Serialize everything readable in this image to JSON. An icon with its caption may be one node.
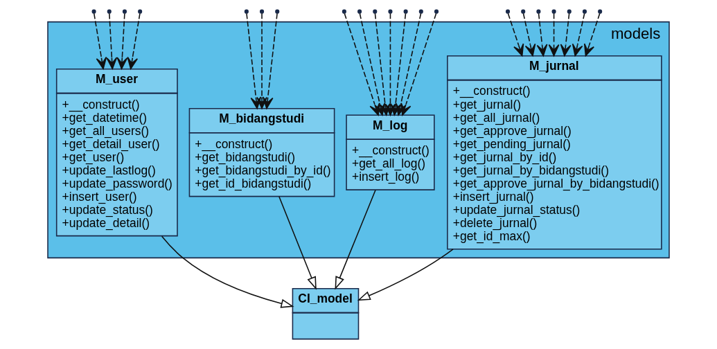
{
  "diagram": {
    "nodes": [
      {
        "text": [
          "models"
        ]
      },
      {
        "text": [
          "M_user",
          "+__construct()",
          "+get_datetime()",
          "+get_all_users()",
          "+get_detail_user()",
          "+get_user()",
          "+update_lastlog()",
          "+update_password()",
          "+insert_user()",
          "+update_status()",
          "+update_detail()"
        ],
        "in": 0
      },
      {
        "text": [
          "M_bidangstudi",
          "+__construct()",
          "+get_bidangstudi()",
          "+get_bidangstudi_by_id()",
          "+get_id_bidangstudi()"
        ],
        "in": 0
      },
      {
        "text": [
          "M_log",
          "+__construct()",
          "+get_all_log()",
          "+insert_log()"
        ],
        "in": 0
      },
      {
        "text": [
          "M_jurnal",
          "+__construct()",
          "+get_jurnal()",
          "+get_all_jurnal()",
          "+get_approve_jurnal()",
          "+get_pending_jurnal()",
          "+get_jurnal_by_id()",
          "+get_jurnal_by_bidangstudi()",
          "+get_approve_jurnal_by_bidangstudi()",
          "+insert_jurnal()",
          "+update_jurnal_status()",
          "+delete_jurnal()",
          "+get_id_max()"
        ],
        "in": 0
      },
      {
        "text": [
          "CI_model"
        ]
      }
    ],
    "edges": [
      {
        "from": 1,
        "to": 5,
        "arrow": "to"
      },
      {
        "from": 2,
        "to": 5,
        "arrow": "to"
      },
      {
        "from": 3,
        "to": 5,
        "arrow": "to"
      },
      {
        "from": 4,
        "to": 5,
        "arrow": "to"
      },
      {
        "from": null,
        "to": 1,
        "arrow": "to",
        "style": "dashed"
      },
      {
        "from": null,
        "to": 1,
        "arrow": "to",
        "style": "dashed"
      },
      {
        "from": null,
        "to": 1,
        "arrow": "to",
        "style": "dashed"
      },
      {
        "from": null,
        "to": 1,
        "arrow": "to",
        "style": "dashed"
      },
      {
        "from": null,
        "to": 2,
        "arrow": "to",
        "style": "dashed"
      },
      {
        "from": null,
        "to": 2,
        "arrow": "to",
        "style": "dashed"
      },
      {
        "from": null,
        "to": 2,
        "arrow": "to",
        "style": "dashed"
      },
      {
        "from": null,
        "to": 3,
        "arrow": "to",
        "style": "dashed"
      },
      {
        "from": null,
        "to": 3,
        "arrow": "to",
        "style": "dashed"
      },
      {
        "from": null,
        "to": 3,
        "arrow": "to",
        "style": "dashed"
      },
      {
        "from": null,
        "to": 3,
        "arrow": "to",
        "style": "dashed"
      },
      {
        "from": null,
        "to": 3,
        "arrow": "to",
        "style": "dashed"
      },
      {
        "from": null,
        "to": 3,
        "arrow": "to",
        "style": "dashed"
      },
      {
        "from": null,
        "to": 3,
        "arrow": "to",
        "style": "dashed"
      },
      {
        "from": null,
        "to": 4,
        "arrow": "to",
        "style": "dashed"
      },
      {
        "from": null,
        "to": 4,
        "arrow": "to",
        "style": "dashed"
      },
      {
        "from": null,
        "to": 4,
        "arrow": "to",
        "style": "dashed"
      },
      {
        "from": null,
        "to": 4,
        "arrow": "to",
        "style": "dashed"
      },
      {
        "from": null,
        "to": 4,
        "arrow": "to",
        "style": "dashed"
      },
      {
        "from": null,
        "to": 4,
        "arrow": "to",
        "style": "dashed"
      },
      {
        "from": null,
        "to": 4,
        "arrow": "to",
        "style": "dashed"
      }
    ]
  }
}
